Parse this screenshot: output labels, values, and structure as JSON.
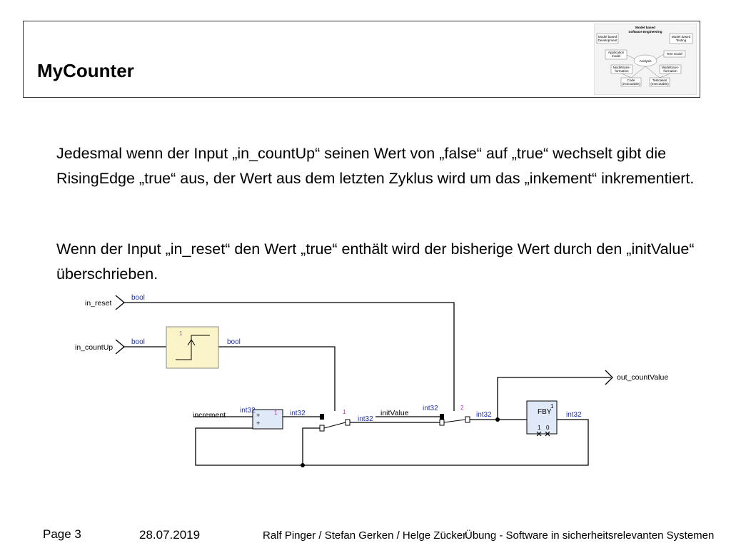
{
  "slide": {
    "title": "MyCounter",
    "paragraphs": [
      "Jedesmal wenn der Input „in_countUp“ seinen Wert von „false“ auf „true“ wechselt gibt die RisingEdge „true“ aus, der Wert aus dem letzten Zyklus wird um das „inkement“  inkrementiert.",
      "Wenn der Input „in_reset“ den Wert „true“ enthält wird der bisherige Wert durch den „initValue“ überschrieben."
    ]
  },
  "thumbnail": {
    "title1": "Model based",
    "title2": "Software Engineering",
    "mbd1": "Model based",
    "mbd2": "Development",
    "mbt1": "Model based",
    "mbt2": "Testing",
    "app1": "Application",
    "app2": "model",
    "test": "Test model",
    "analysis": "Analysis",
    "mt1a": "Modeltrans-",
    "mt1b": "formation",
    "mt2a": "Modeltrans-",
    "mt2b": "formation",
    "code1": "Code",
    "code2": "(executable)",
    "tc1": "Testcases",
    "tc2": "(executable)"
  },
  "diagram": {
    "in_reset": "in_reset",
    "in_countUp": "in_countUp",
    "increment": "increment",
    "initValue": "initValue",
    "out_countValue": "out_countValue",
    "t_bool1": "bool",
    "t_bool2": "bool",
    "t_bool3": "bool",
    "t_int32_1": "int32",
    "t_int32_2": "int32",
    "t_int32_3": "int32",
    "t_int32_4": "int32",
    "t_int32_5": "int32",
    "t_int32_6": "int32",
    "edge_prio": "1",
    "adder_prio": "1",
    "adder_plus1": "+",
    "adder_plus2": "+",
    "sw1_prio": "1",
    "sw2_prio": "2",
    "fby_label": "FBY",
    "fby_prio": "1",
    "fby_in1": "1",
    "fby_in0": "0"
  },
  "footer": {
    "page": "Page 3",
    "date": "28.07.2019",
    "authors": "Ralf Pinger / Stefan Gerken / Helge Zücker",
    "course": "Übung - Software in sicherheitsrelevanten Systemen"
  },
  "colors": {
    "type_label": "#2233aa",
    "prio_label": "#aa33aa",
    "edge_block": "#fbf4c8"
  }
}
